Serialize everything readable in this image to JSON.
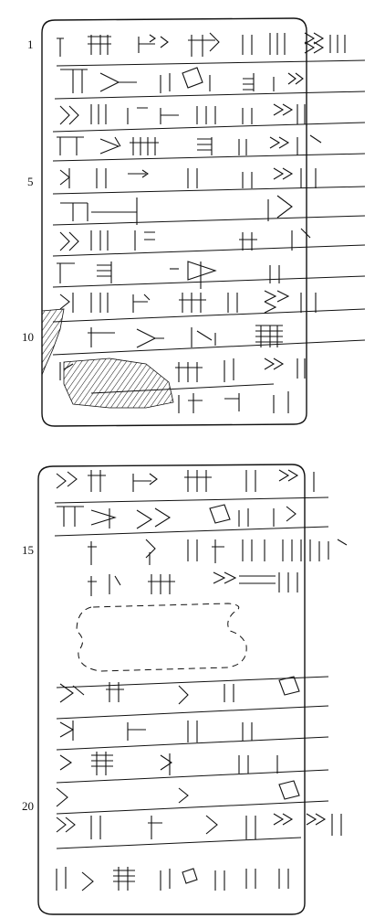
{
  "figure": {
    "obverse": {
      "line_numbers": [
        "1",
        "5",
        "10"
      ]
    },
    "reverse": {
      "line_numbers": [
        "15",
        "20"
      ]
    }
  }
}
